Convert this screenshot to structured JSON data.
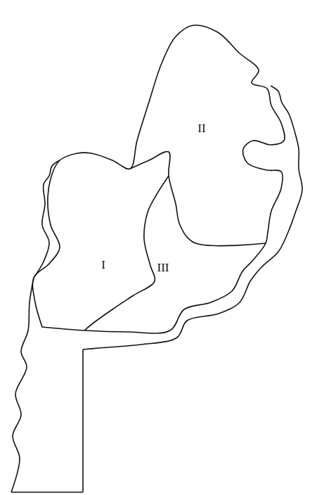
{
  "diagram": {
    "labels": [
      "II",
      "I",
      "III"
    ]
  }
}
